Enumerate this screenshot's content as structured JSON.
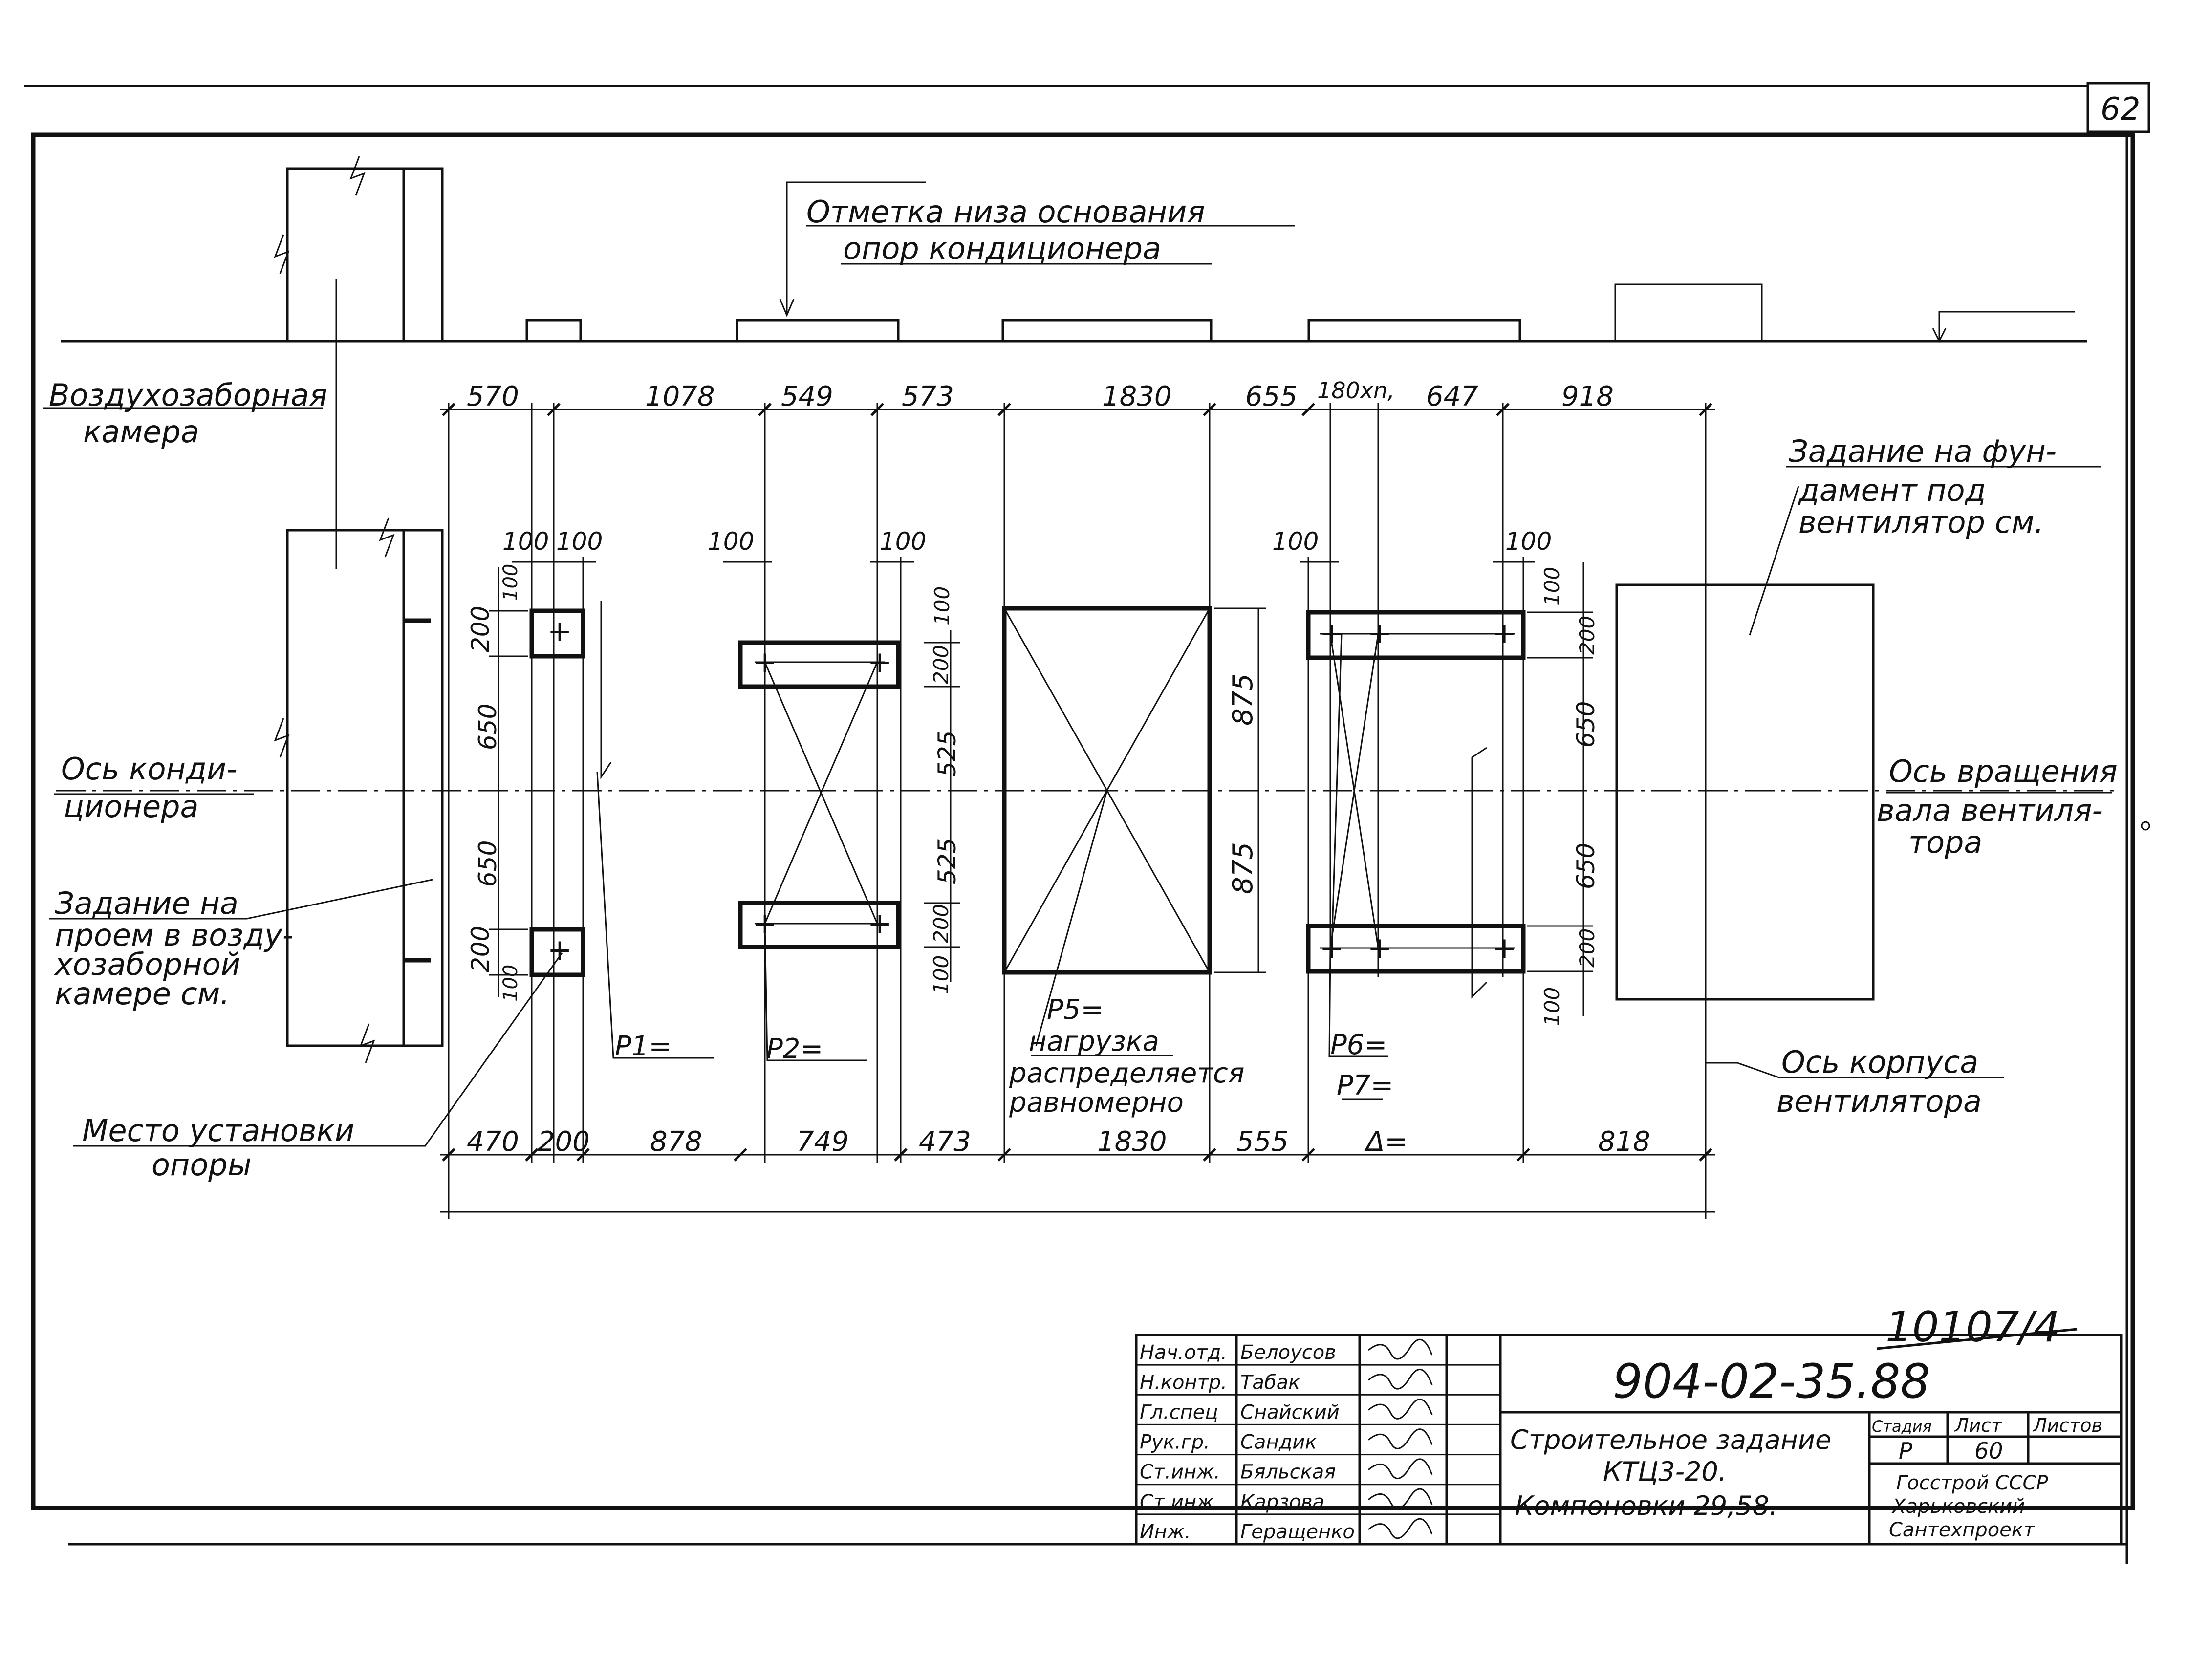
{
  "sheet_number": "62",
  "labels": {
    "bottom_elevation": [
      "Отметка низа основания",
      "опор кондиционера"
    ],
    "intake_chamber": [
      "Воздухозаборная",
      "камера"
    ],
    "foundation_task": [
      "Задание на фун-",
      "дамент под",
      "вентилятор см."
    ],
    "conditioner_axis": [
      "Ось конди-",
      "ционера"
    ],
    "opening_task": [
      "Задание на",
      "проем в возду-",
      "хозаборной",
      "камере см."
    ],
    "support_place": [
      "Место установки",
      "опоры"
    ],
    "shaft_axis": [
      "Ось вращения",
      "вала вентиля-",
      "тора"
    ],
    "casing_axis": [
      "Ось корпуса",
      "вентилятора"
    ],
    "p1": "P1=",
    "p2": "P2=",
    "p5": [
      "P5=",
      "нагрузка",
      "распределяется",
      "равномерно"
    ],
    "p6": "P6=",
    "p7": "P7=",
    "delta": "Δ=",
    "pitch_note": "180xn,"
  },
  "dims": {
    "top": [
      "570",
      "1078",
      "549",
      "573",
      "1830",
      "655",
      "647",
      "918"
    ],
    "bottom": [
      "470",
      "200",
      "878",
      "749",
      "473",
      "1830",
      "555",
      "818"
    ],
    "small_100": "100",
    "v200": "200",
    "v650": "650",
    "v525": "525",
    "v875": "875"
  },
  "title_block": {
    "stamp": "10107/4",
    "code": "904-02-35.88",
    "title": [
      "Строительное задание",
      "КТЦ3-20.",
      "Компоновки 29,58."
    ],
    "roles": [
      "Нач.отд.",
      "Н.контр.",
      "Гл.спец",
      "Рук.гр.",
      "Ст.инж.",
      "Ст.инж.",
      "Инж."
    ],
    "names": [
      "Белоусов",
      "Табак",
      "Снайский",
      "Сандик",
      "Бяльская",
      "Карзова",
      "Геращенко"
    ],
    "headers": [
      "Стадия",
      "Лист",
      "Листов"
    ],
    "values": [
      "Р",
      "60",
      ""
    ],
    "org": [
      "Госстрой СССР",
      "Харьковский",
      "Сантехпроект"
    ]
  }
}
